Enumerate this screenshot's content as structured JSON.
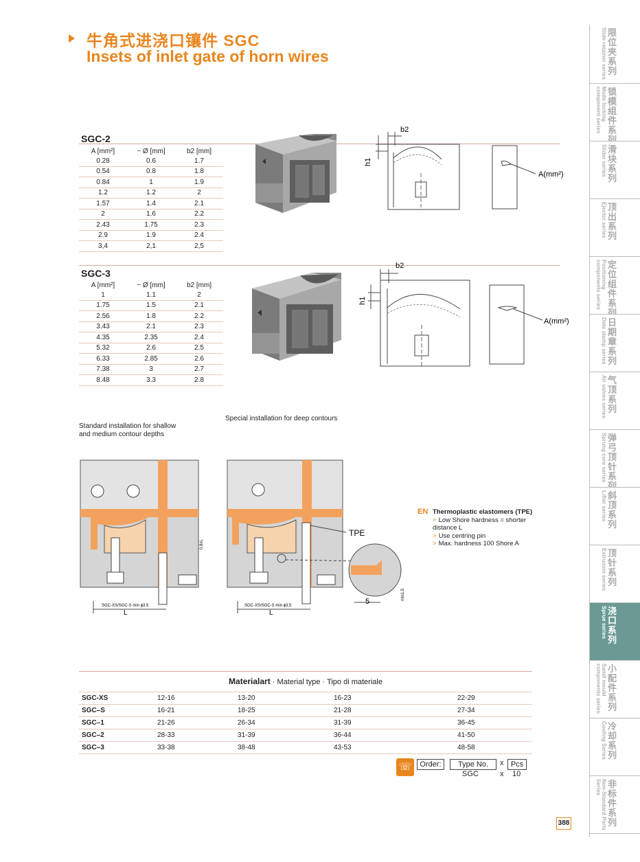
{
  "header": {
    "title_cn": "牛角式进浇口镶件 SGC",
    "title_en": "Insets of inlet gate of horn wires"
  },
  "spec_tables": {
    "columns": [
      "A [mm²]",
      "~ Ø [mm]",
      "b2 [mm]"
    ],
    "sgc2": {
      "title": "SGC-2",
      "rows": [
        [
          "0.28",
          "0.6",
          "1.7"
        ],
        [
          "0.54",
          "0.8",
          "1.8"
        ],
        [
          "0.84",
          "1",
          "1.9"
        ],
        [
          "1.2",
          "1.2",
          "2"
        ],
        [
          "1.57",
          "1.4",
          "2.1"
        ],
        [
          "2",
          "1.6",
          "2.2"
        ],
        [
          "2.43",
          "1.75",
          "2.3"
        ],
        [
          "2.9",
          "1.9",
          "2.4"
        ],
        [
          "3,4",
          "2,1",
          "2,5"
        ]
      ]
    },
    "sgc3": {
      "title": "SGC-3",
      "rows": [
        [
          "1",
          "1.1",
          "2"
        ],
        [
          "1.75",
          "1.5",
          "2.1"
        ],
        [
          "2.56",
          "1.8",
          "2.2"
        ],
        [
          "3.43",
          "2.1",
          "2.3"
        ],
        [
          "4.35",
          "2.35",
          "2.4"
        ],
        [
          "5.32",
          "2.6",
          "2.5"
        ],
        [
          "6.33",
          "2.85",
          "2.6"
        ],
        [
          "7.38",
          "3",
          "2.7"
        ],
        [
          "8.48",
          "3.3",
          "2.8"
        ]
      ]
    }
  },
  "drawing_labels": {
    "b2": "b2",
    "h1": "h1",
    "area": "A(mm²)",
    "tpe": "TPE",
    "five": "5",
    "min_15": "min1.5",
    "dim_side": "0.8xL",
    "sgc_min": "SGC-XS/SGC-S min ϕ3.5",
    "L": "L"
  },
  "captions": {
    "standard": "Standard installation for shallow and medium contour depths",
    "special": "Special installation for deep contours"
  },
  "notes": {
    "lang": "EN",
    "title": "Thermoplastic elastomers (TPE)",
    "items": [
      "Low Shore hardness = shorter distance L",
      "Use centring pin",
      "Max. hardness 100 Shore A"
    ]
  },
  "material": {
    "title_bold": "Materialart",
    "title_rest": " · Material type · Tipo di materiale",
    "rows": [
      [
        "SGC-XS",
        "12-16",
        "13-20",
        "16-23",
        "22-29"
      ],
      [
        "SGC–S",
        "16-21",
        "18-25",
        "21-28",
        "27-34"
      ],
      [
        "SGC–1",
        "21-26",
        "26-34",
        "31-39",
        "36-45"
      ],
      [
        "SGC–2",
        "28-33",
        "31-39",
        "36-44",
        "41-50"
      ],
      [
        "SGC–3",
        "33-38",
        "38-48",
        "43-53",
        "48-58"
      ]
    ]
  },
  "order": {
    "label": "Order:",
    "type_header": "Type No.",
    "x": "x",
    "pcs_header": "Pcs",
    "type_value": "SGC",
    "pcs_value": "10"
  },
  "sidebar": [
    {
      "cn": "限位夹系列",
      "en": "Slide retainer series"
    },
    {
      "cn": "锁模组件系列",
      "en": "Mode locking component series"
    },
    {
      "cn": "滑块系列",
      "en": "Slider series"
    },
    {
      "cn": "顶出系列",
      "en": "Ejector series"
    },
    {
      "cn": "定位组件系列",
      "en": "Positioning components series"
    },
    {
      "cn": "日期章系列",
      "en": "Date stamp series"
    },
    {
      "cn": "气顶系列",
      "en": "Air valves series"
    },
    {
      "cn": "弹弓顶针系列",
      "en": "Sprung core series"
    },
    {
      "cn": "斜顶系列",
      "en": "Lifter series"
    },
    {
      "cn": "顶针系列",
      "en": "Extrusion series"
    },
    {
      "cn": "浇口系列",
      "en": "Sprue series",
      "active": true
    },
    {
      "cn": "小配件系列",
      "en": "Samll mould components series"
    },
    {
      "cn": "冷却系列",
      "en": "Cooling Series"
    },
    {
      "cn": "非标件系列",
      "en": "Non-Standard Parts Series"
    }
  ],
  "page_number": "388",
  "colors": {
    "accent": "#e8861e",
    "active_tab": "#6a9a93"
  }
}
